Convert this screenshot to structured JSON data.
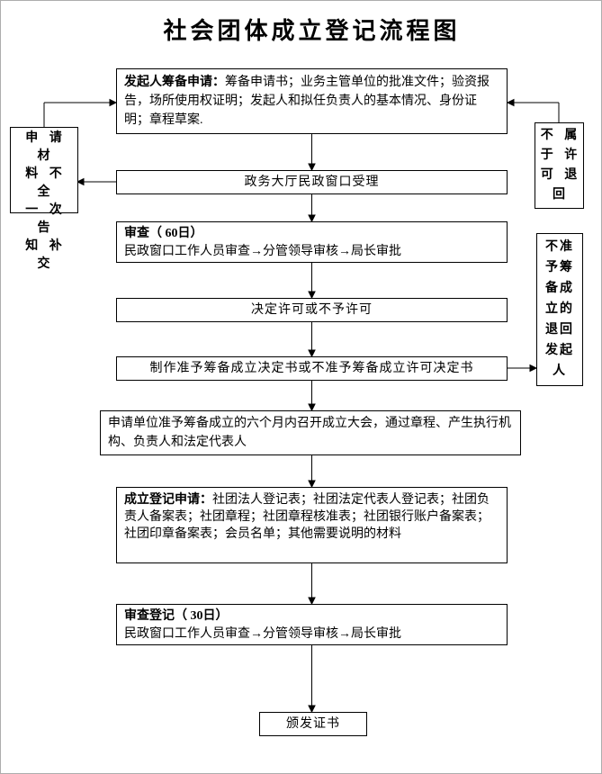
{
  "page": {
    "title": "社会团体成立登记流程图"
  },
  "colors": {
    "line": "#000000",
    "box_border": "#000000",
    "background": "#ffffff",
    "text": "#000000"
  },
  "flow": {
    "box1": {
      "label": "发起人筹备申请：",
      "body": "筹备申请书；业务主管单位的批准文件；验资报告，场所使用权证明；发起人和拟任负责人的基本情况、身份证明；章程草案."
    },
    "box2": {
      "text": "政务大厅民政窗口受理"
    },
    "box3": {
      "label": "审查（ 60日）",
      "body": "民政窗口工作人员审查→分管领导审核→局长审批"
    },
    "box4": {
      "text": "决定许可或不予许可"
    },
    "box5": {
      "text": "制作准予筹备成立决定书或不准予筹备成立许可决定书"
    },
    "box6": {
      "text": "申请单位准予筹备成立的六个月内召开成立大会，通过章程、产生执行机构、负责人和法定代表人"
    },
    "box7": {
      "label": "成立登记申请：",
      "body": "社团法人登记表；社团法定代表人登记表；社团负责人备案表；社团章程；社团章程核准表；社团银行账户备案表；社团印章备案表；会员名单；其他需要说明的材料"
    },
    "box8": {
      "label": "审查登记（ 30日）",
      "body": "民政窗口工作人员审查→分管领导审核→局长审批"
    },
    "box9": {
      "text": "颁发证书"
    }
  },
  "side": {
    "left_note": {
      "rows": [
        "申 请 材",
        "料 不 全",
        "一 次 告",
        "知 补 交"
      ]
    },
    "right_note1": {
      "rows": [
        "不 属",
        "于 许",
        "可 退",
        "回"
      ]
    },
    "right_note2": {
      "rows": [
        "不准",
        "予筹",
        "备成",
        "立的",
        "退回",
        "发起",
        "人"
      ]
    }
  }
}
